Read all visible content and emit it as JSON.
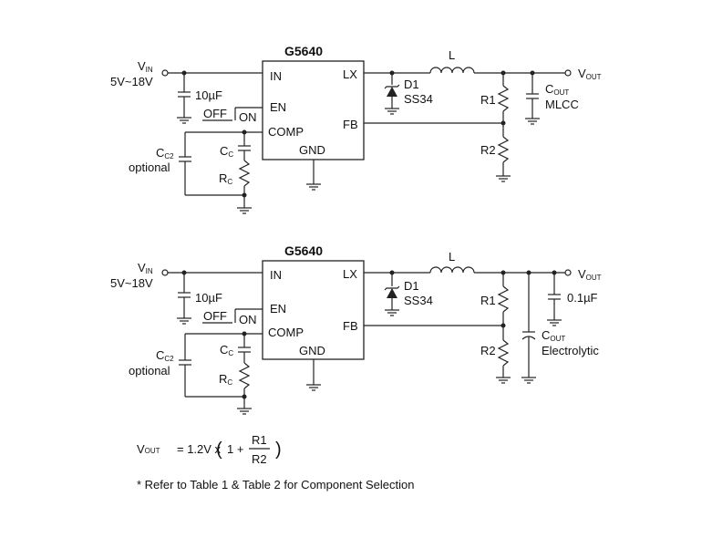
{
  "circuit1": {
    "chip": "G5640",
    "pins": {
      "in": "IN",
      "en": "EN",
      "comp": "COMP",
      "gnd": "GND",
      "lx": "LX",
      "fb": "FB"
    },
    "vin_main": "V",
    "vin_sub": "IN",
    "vin_range": "5V~18V",
    "cin": "10µF",
    "switch_off": "OFF",
    "switch_on": "ON",
    "cc2_main": "C",
    "cc2_sub": "C2",
    "cc2_note": "optional",
    "cc_main": "C",
    "cc_sub": "C",
    "rc_main": "R",
    "rc_sub": "C",
    "d1": "D1",
    "d1_part": "SS34",
    "inductor": "L",
    "r1": "R1",
    "r2": "R2",
    "cout_main": "C",
    "cout_sub": "OUT",
    "cout_type": "MLCC",
    "vout_main": "V",
    "vout_sub": "OUT"
  },
  "circuit2": {
    "chip": "G5640",
    "pins": {
      "in": "IN",
      "en": "EN",
      "comp": "COMP",
      "gnd": "GND",
      "lx": "LX",
      "fb": "FB"
    },
    "vin_main": "V",
    "vin_sub": "IN",
    "vin_range": "5V~18V",
    "cin": "10µF",
    "switch_off": "OFF",
    "switch_on": "ON",
    "cc2_main": "C",
    "cc2_sub": "C2",
    "cc2_note": "optional",
    "cc_main": "C",
    "cc_sub": "C",
    "rc_main": "R",
    "rc_sub": "C",
    "d1": "D1",
    "d1_part": "SS34",
    "inductor": "L",
    "r1": "R1",
    "r2": "R2",
    "cout_main": "C",
    "cout_sub": "OUT",
    "cout_type": "Electrolytic",
    "cbypass": "0.1µF",
    "vout_main": "V",
    "vout_sub": "OUT"
  },
  "equation": {
    "lhs_main": "V",
    "lhs_sub": "OUT",
    "mid": "= 1.2V x",
    "open": "(",
    "one": "1 +",
    "num": "R1",
    "den": "R2",
    "close": ")"
  },
  "footnote": "* Refer to Table 1 & Table 2 for Component Selection"
}
